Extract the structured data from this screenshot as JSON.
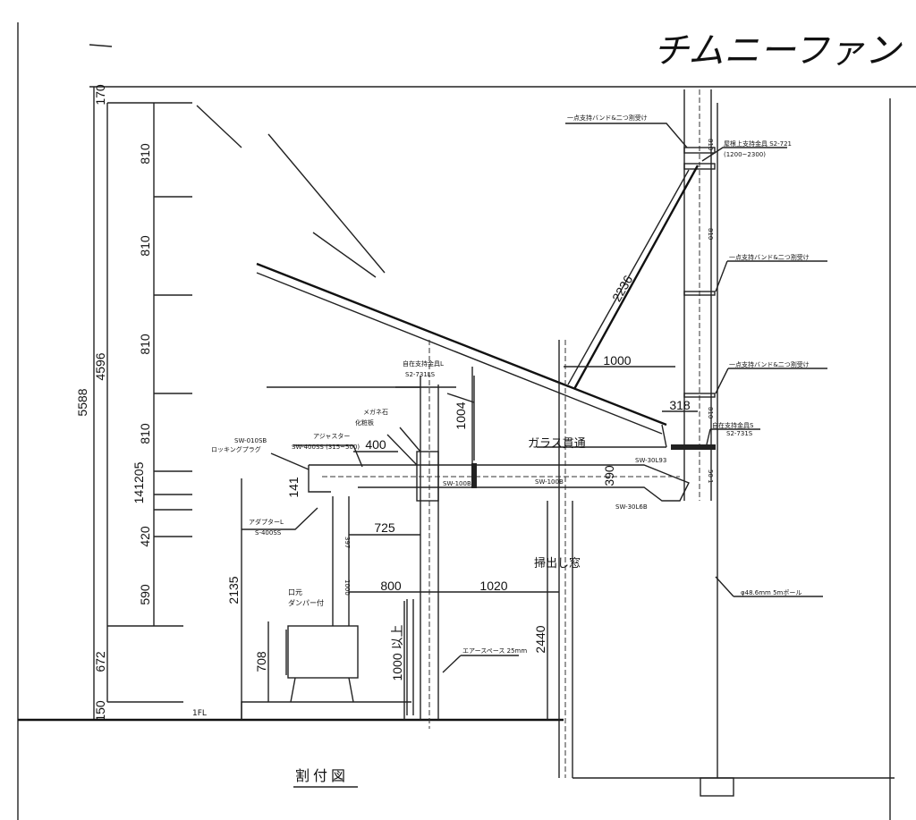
{
  "title": "割付図",
  "handwritten_note": "チムニーファン",
  "floor_label": "1FL",
  "left_dimensions": {
    "total": "5588",
    "subtotal": "4596",
    "chain": [
      "170",
      "810",
      "810",
      "810",
      "810",
      "141205",
      "420",
      "590",
      "672",
      "150"
    ]
  },
  "dimensions": {
    "brace": "2236",
    "d1000_top": "1000",
    "d318": "318",
    "d1004": "1004",
    "d400": "400",
    "d141": "141",
    "d725": "725",
    "d2135": "2135",
    "d800": "800",
    "d1020": "1020",
    "d708": "708",
    "d1000_min": "1000 以上",
    "d2440": "2440",
    "d390": "390",
    "pipe_810_a": "810",
    "pipe_810_b": "810",
    "pipe_810_c": "810",
    "pipe_500": "50 1",
    "stove_pipe_a": "397",
    "stove_pipe_b": "1000"
  },
  "labels": {
    "band_top": "一点支持バンド&二つ割受け",
    "roof_support": "屋根上支持金具 S2-721",
    "roof_support_range": "(1200~2300)",
    "band_mid": "一点支持バンド&二つ割受け",
    "band_low": "一点支持バンド&二つ割受け",
    "wall_support_s": "自在支持金具S",
    "wall_support_s_code": "S2-731S",
    "wall_support_l": "自在支持金具L",
    "wall_support_l_code": "S2-731LS",
    "glass_pass": "ガラス貫通",
    "megane": "メガネ石",
    "cosmetic_board": "化粧板",
    "adjuster": "アジャスター",
    "adjuster_code": "SW-400SS (315~500)",
    "plug_code": "SW-010SB",
    "plug": "ロッキングプラグ",
    "adapter": "アダプターL",
    "adapter_code": "S-400SS",
    "sw100_a": "SW-100B",
    "sw100_b": "SW-100B",
    "sw30_top": "SW-30L93",
    "sw30_bottom": "SW-30L6B",
    "damper_1": "口元",
    "damper_2": "ダンパー付",
    "cleanout_window": "掃出し窓",
    "air_space": "エアースペース 25mm",
    "pole": "φ48.6mm 5mポール"
  }
}
